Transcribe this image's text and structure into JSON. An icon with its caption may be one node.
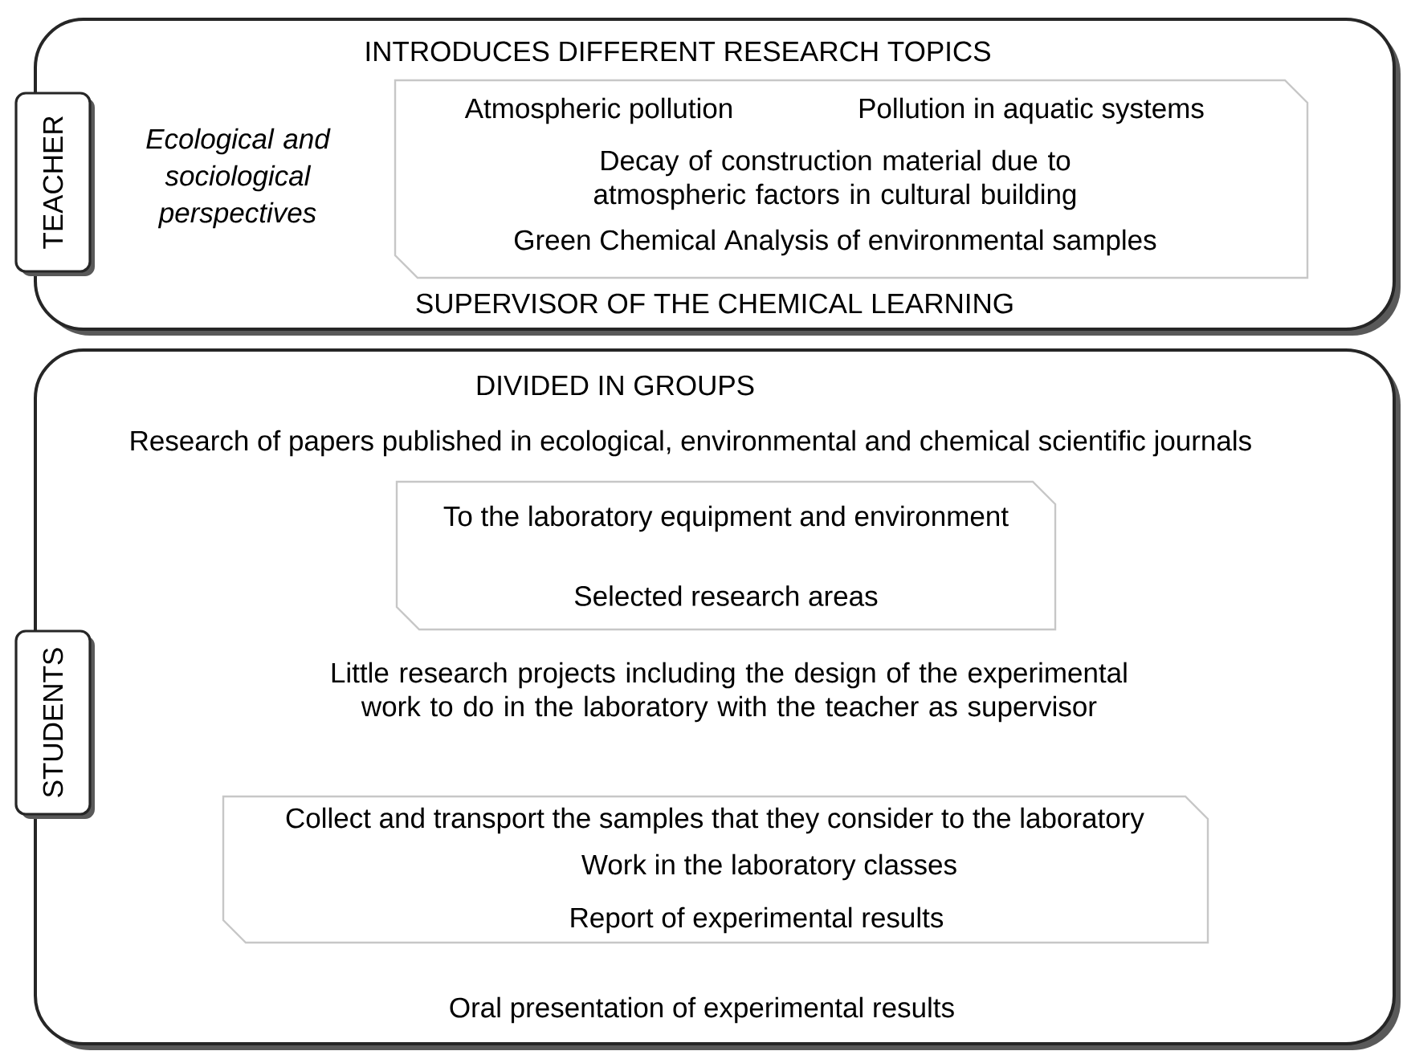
{
  "diagram": {
    "nodes": [
      {
        "text": [
          "INTRODUCES DIFFERENT RESEARCH TOPICS",
          "Ecological and sociological perspectives",
          "SUPERVISOR OF THE CHEMICAL LEARNING"
        ]
      },
      {
        "text": [
          "TEACHER"
        ]
      },
      {
        "text": [
          "Atmospheric pollution",
          "Pollution in aquatic systems",
          "Decay of construction material due to atmospheric factors in cultural building",
          "Green Chemical Analysis of environmental samples"
        ],
        "in": 0
      },
      {
        "text": [
          "DIVIDED IN GROUPS",
          "Research of papers published in ecological, environmental and chemical scientific journals",
          "Little research projects including the design of the experimental work to do in the laboratory with the teacher as supervisor",
          "Oral presentation of experimental results"
        ]
      },
      {
        "text": [
          "STUDENTS"
        ]
      },
      {
        "text": [
          "To the laboratory equipment and environment",
          "Selected research areas"
        ],
        "in": 3
      },
      {
        "text": [
          "Collect and transport the samples that they consider to the laboratory",
          "Work in the laboratory classes",
          "Report of experimental results"
        ],
        "in": 3
      }
    ]
  }
}
